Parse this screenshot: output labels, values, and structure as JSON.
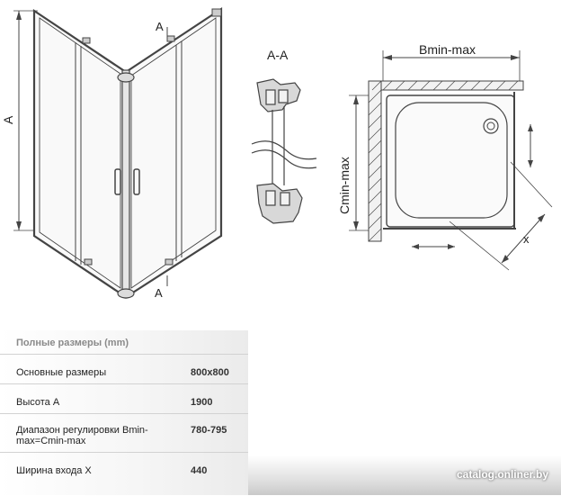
{
  "drawing": {
    "label_a": "A",
    "label_section_top": "A",
    "label_section_bottom": "A",
    "label_aa": "A-A",
    "label_bmin_max": "Bmin-max",
    "label_cmin_max": "Cmin-max",
    "label_x": "x"
  },
  "spec": {
    "title": "Полные размеры (mm)",
    "rows": [
      {
        "name": "Основные размеры",
        "value": "800x800"
      },
      {
        "name": "Высота A",
        "value": "1900"
      },
      {
        "name_line1": "Диапазон регулировки Bmin-",
        "name_line2": "max=Cmin-max",
        "value": "780-795"
      },
      {
        "name": "Ширина входа X",
        "value": "440"
      }
    ]
  },
  "watermark": "catalog.onliner.by"
}
